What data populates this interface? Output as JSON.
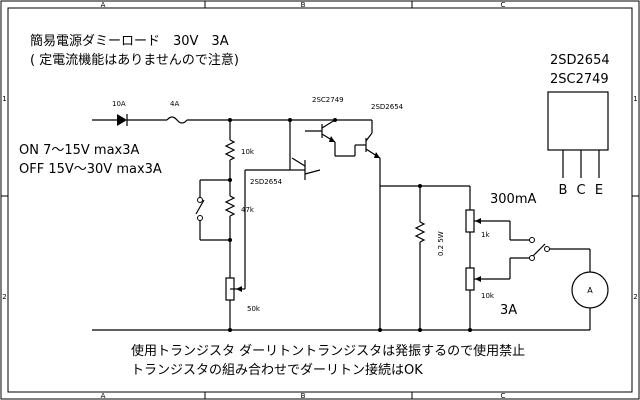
{
  "frame": {
    "col_labels": [
      "A",
      "B",
      "C"
    ],
    "row_labels": [
      "1",
      "2"
    ]
  },
  "title": {
    "line1": "簡易電源ダミーロード　30V　3A",
    "line2": "( 定電流機能はありませんので注意)"
  },
  "input_spec": {
    "on": "ON  7～15V  max3A",
    "off": "OFF  15V～30V  max3A"
  },
  "components": {
    "fuse1": "10A",
    "fuse2": "4A",
    "r_top": "10k",
    "r_mid": "47k",
    "pot_main": "50k",
    "q_small": "2SC2749",
    "q_big": "2SD2654",
    "q_left": "2SD2654",
    "shunt": "0.2 5W",
    "pot_300": "1k",
    "pot_3a": "10k",
    "range_300": "300mA",
    "range_3a": "3A",
    "meter": "A"
  },
  "package": {
    "name1": "2SD2654",
    "name2": "2SC2749",
    "pin_b": "B",
    "pin_c": "C",
    "pin_e": "E"
  },
  "notes": {
    "line1": "使用トランジスタ  ダーリトントランジスタは発振するので使用禁止",
    "line2": "トランジスタの組み合わせでダーリトン接続はOK"
  }
}
